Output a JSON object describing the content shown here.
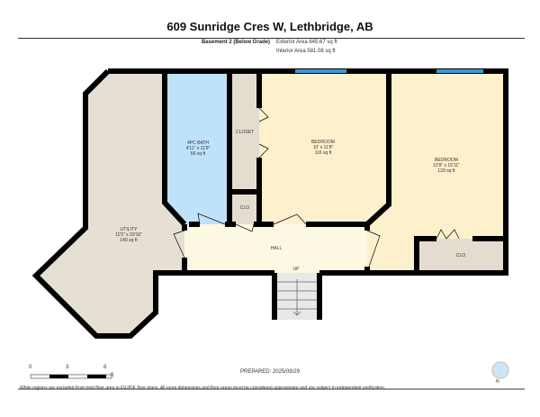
{
  "header": {
    "title": "609 Sunridge Cres W, Lethbridge, AB",
    "level": "Basement 2 (Below Grade)",
    "exterior_area": "Exterior Area 645.67 sq ft",
    "interior_area": "Interior Area 581.08 sq ft"
  },
  "rooms": {
    "utility": {
      "name": "UTILITY",
      "dims": "11'5\" x 20'10\"",
      "area": "140 sq ft"
    },
    "bath": {
      "name": "4PC BATH",
      "dims": "4'11\" x 11'9\"",
      "area": "56 sq ft"
    },
    "closet": {
      "name": "CLOSET"
    },
    "clo1": {
      "name": "CLO"
    },
    "bedroom1": {
      "name": "BEDROOM",
      "dims": "10' x 11'8\"",
      "area": "116 sq ft"
    },
    "bedroom2": {
      "name": "BEDROOM",
      "dims": "10'9\" x 15'11\"",
      "area": "129 sq ft"
    },
    "clo2": {
      "name": "CLO"
    },
    "hall": {
      "name": "HALL"
    },
    "stairs": {
      "label": "UP"
    }
  },
  "scale": {
    "ticks": [
      "0",
      "3",
      "6"
    ],
    "unit": "ft"
  },
  "footer": {
    "prepared": "PREPARED: 2025/09/29",
    "disclaimer": "White regions are excluded from total floor area in iGUIDE floor plans. All room dimensions and floor areas must be considered approximate and are subject to independent verification.",
    "compass": "N"
  },
  "colors": {
    "utility": "#e6dfd3",
    "bath": "#bfe2fb",
    "closet": "#e4dccf",
    "bedroom": "#fdf0cc",
    "hall": "#fdf8e1",
    "window": "#3c9ad6"
  }
}
